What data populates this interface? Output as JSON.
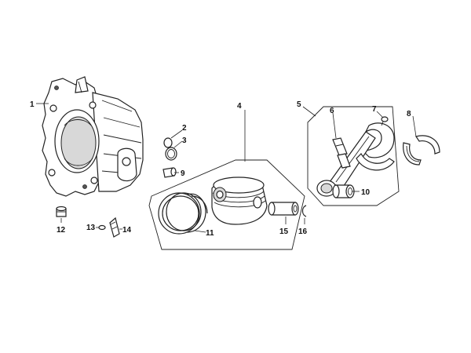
{
  "callouts": {
    "c1": "1",
    "c2": "2",
    "c3": "3",
    "c4": "4",
    "c5": "5",
    "c6": "6",
    "c7": "7",
    "c8": "8",
    "c9": "9",
    "c10": "10",
    "c11": "11",
    "c12": "12",
    "c13": "13",
    "c14": "14",
    "c15": "15",
    "c16": "16"
  },
  "colors": {
    "line": "#222222",
    "background": "#ffffff",
    "shade": "#d8d8d8"
  },
  "parts": [
    "cylinder",
    "o-ring",
    "o-ring",
    "piston-kit",
    "connecting-rod-kit",
    "rod-bolt",
    "rod-pin",
    "big-end-bearing-shells",
    "dowel",
    "small-end-bushing",
    "piston-rings",
    "plug",
    "washer",
    "stud",
    "gudgeon-pin",
    "circlip"
  ]
}
